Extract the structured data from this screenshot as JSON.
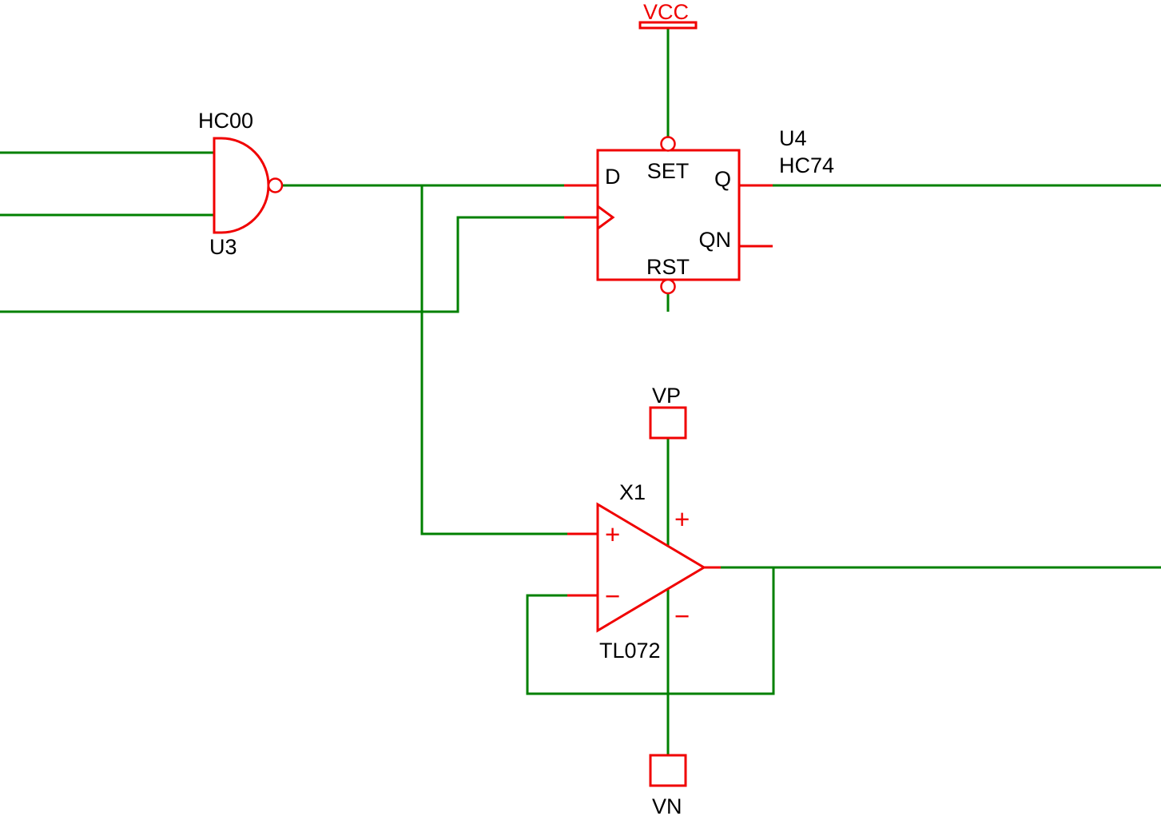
{
  "colors": {
    "component": "#f00000",
    "wire": "#008000",
    "text": "#000000",
    "canvas": "#ffffff"
  },
  "components": {
    "nand": {
      "part": "HC00",
      "ref": "U3"
    },
    "flipflop": {
      "ref": "U4",
      "part": "HC74",
      "pin_d": "D",
      "pin_set": "SET",
      "pin_q": "Q",
      "pin_qn": "QN",
      "pin_rst": "RST"
    },
    "vcc": {
      "label": "VCC"
    },
    "opamp": {
      "ref": "X1",
      "part": "TL072",
      "in_plus": "+",
      "in_minus": "−",
      "pwr_plus": "+",
      "pwr_minus": "−"
    },
    "vp": {
      "label": "VP"
    },
    "vn": {
      "label": "VN"
    }
  }
}
